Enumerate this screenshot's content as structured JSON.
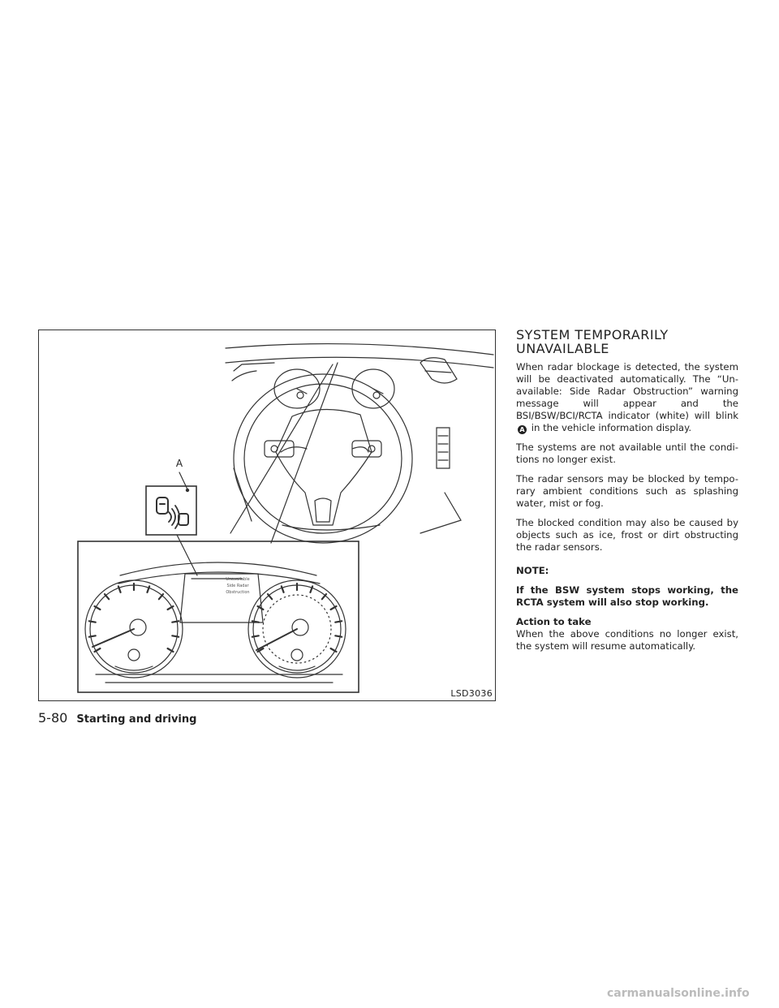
{
  "figure": {
    "code": "LSD3036",
    "callout": "A",
    "cluster_message": [
      "Unavailable",
      "Side Radar",
      "Obstruction"
    ]
  },
  "content": {
    "heading_line1": "SYSTEM TEMPORARILY",
    "heading_line2": "UNAVAILABLE",
    "para1_before": "When radar blockage is detected, the system will be deactivated automatically. The “Un-available: Side Radar Obstruction” warning message will appear and the BSI/BSW/BCI/RCTA indicator (white) will blink",
    "para1_marker": "A",
    "para1_after": "in the vehicle information display.",
    "para2": "The systems are not available until the condi-tions no longer exist.",
    "para3": "The radar sensors may be blocked by tempo-rary ambient conditions such as splashing water, mist or fog.",
    "para4": "The blocked condition may also be caused by objects such as ice, frost or dirt obstructing the radar sensors.",
    "note_label": "NOTE:",
    "note_text": "If the BSW system stops working, the RCTA system will also stop working.",
    "action_title": "Action to take",
    "action_text": "When the above conditions no longer exist, the system will resume automatically."
  },
  "footer": {
    "page_number": "5-80",
    "section_title": "Starting and driving"
  },
  "watermark": "carmanualsonline.info"
}
